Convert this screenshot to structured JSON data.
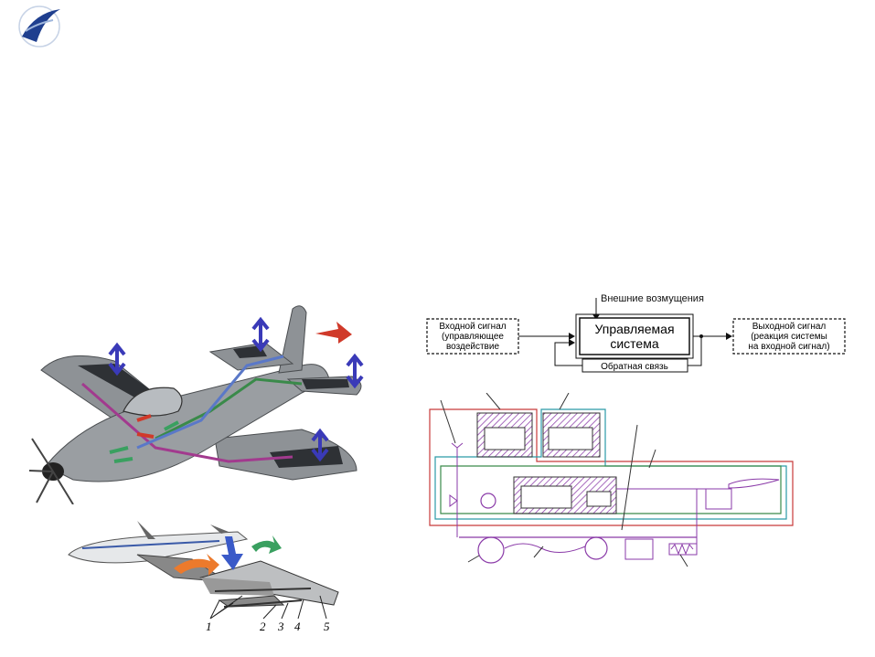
{
  "block_diagram": {
    "external_disturbances": "Внешние возмущения",
    "input_line1": "Входной сигнал",
    "input_line2": "(управляющее",
    "input_line3": "воздействие",
    "plant_line1": "Управляемая",
    "plant_line2": "система",
    "output_line1": "Выходной сигнал",
    "output_line2": "(реакция системы",
    "output_line3": "на входной сигнал)",
    "feedback": "Обратная связь"
  },
  "airliner_labels": [
    "1",
    "2",
    "3",
    "4",
    "5"
  ],
  "colors": {
    "plane_body": "#8e9296",
    "arrow_blue": "#3a3ab8",
    "arrow_red": "#d03a2a",
    "arrow_green": "#3aa060",
    "arrow_orange": "#ec7a2c",
    "line_purple": "#a23a8e",
    "line_green": "#3a8a4a",
    "line_blue": "#5a78c8",
    "circuit_red": "#c83a3a",
    "circuit_teal": "#2a9aa8",
    "circuit_purple": "#8a3aa8",
    "logo_blue": "#1f3f8f"
  }
}
